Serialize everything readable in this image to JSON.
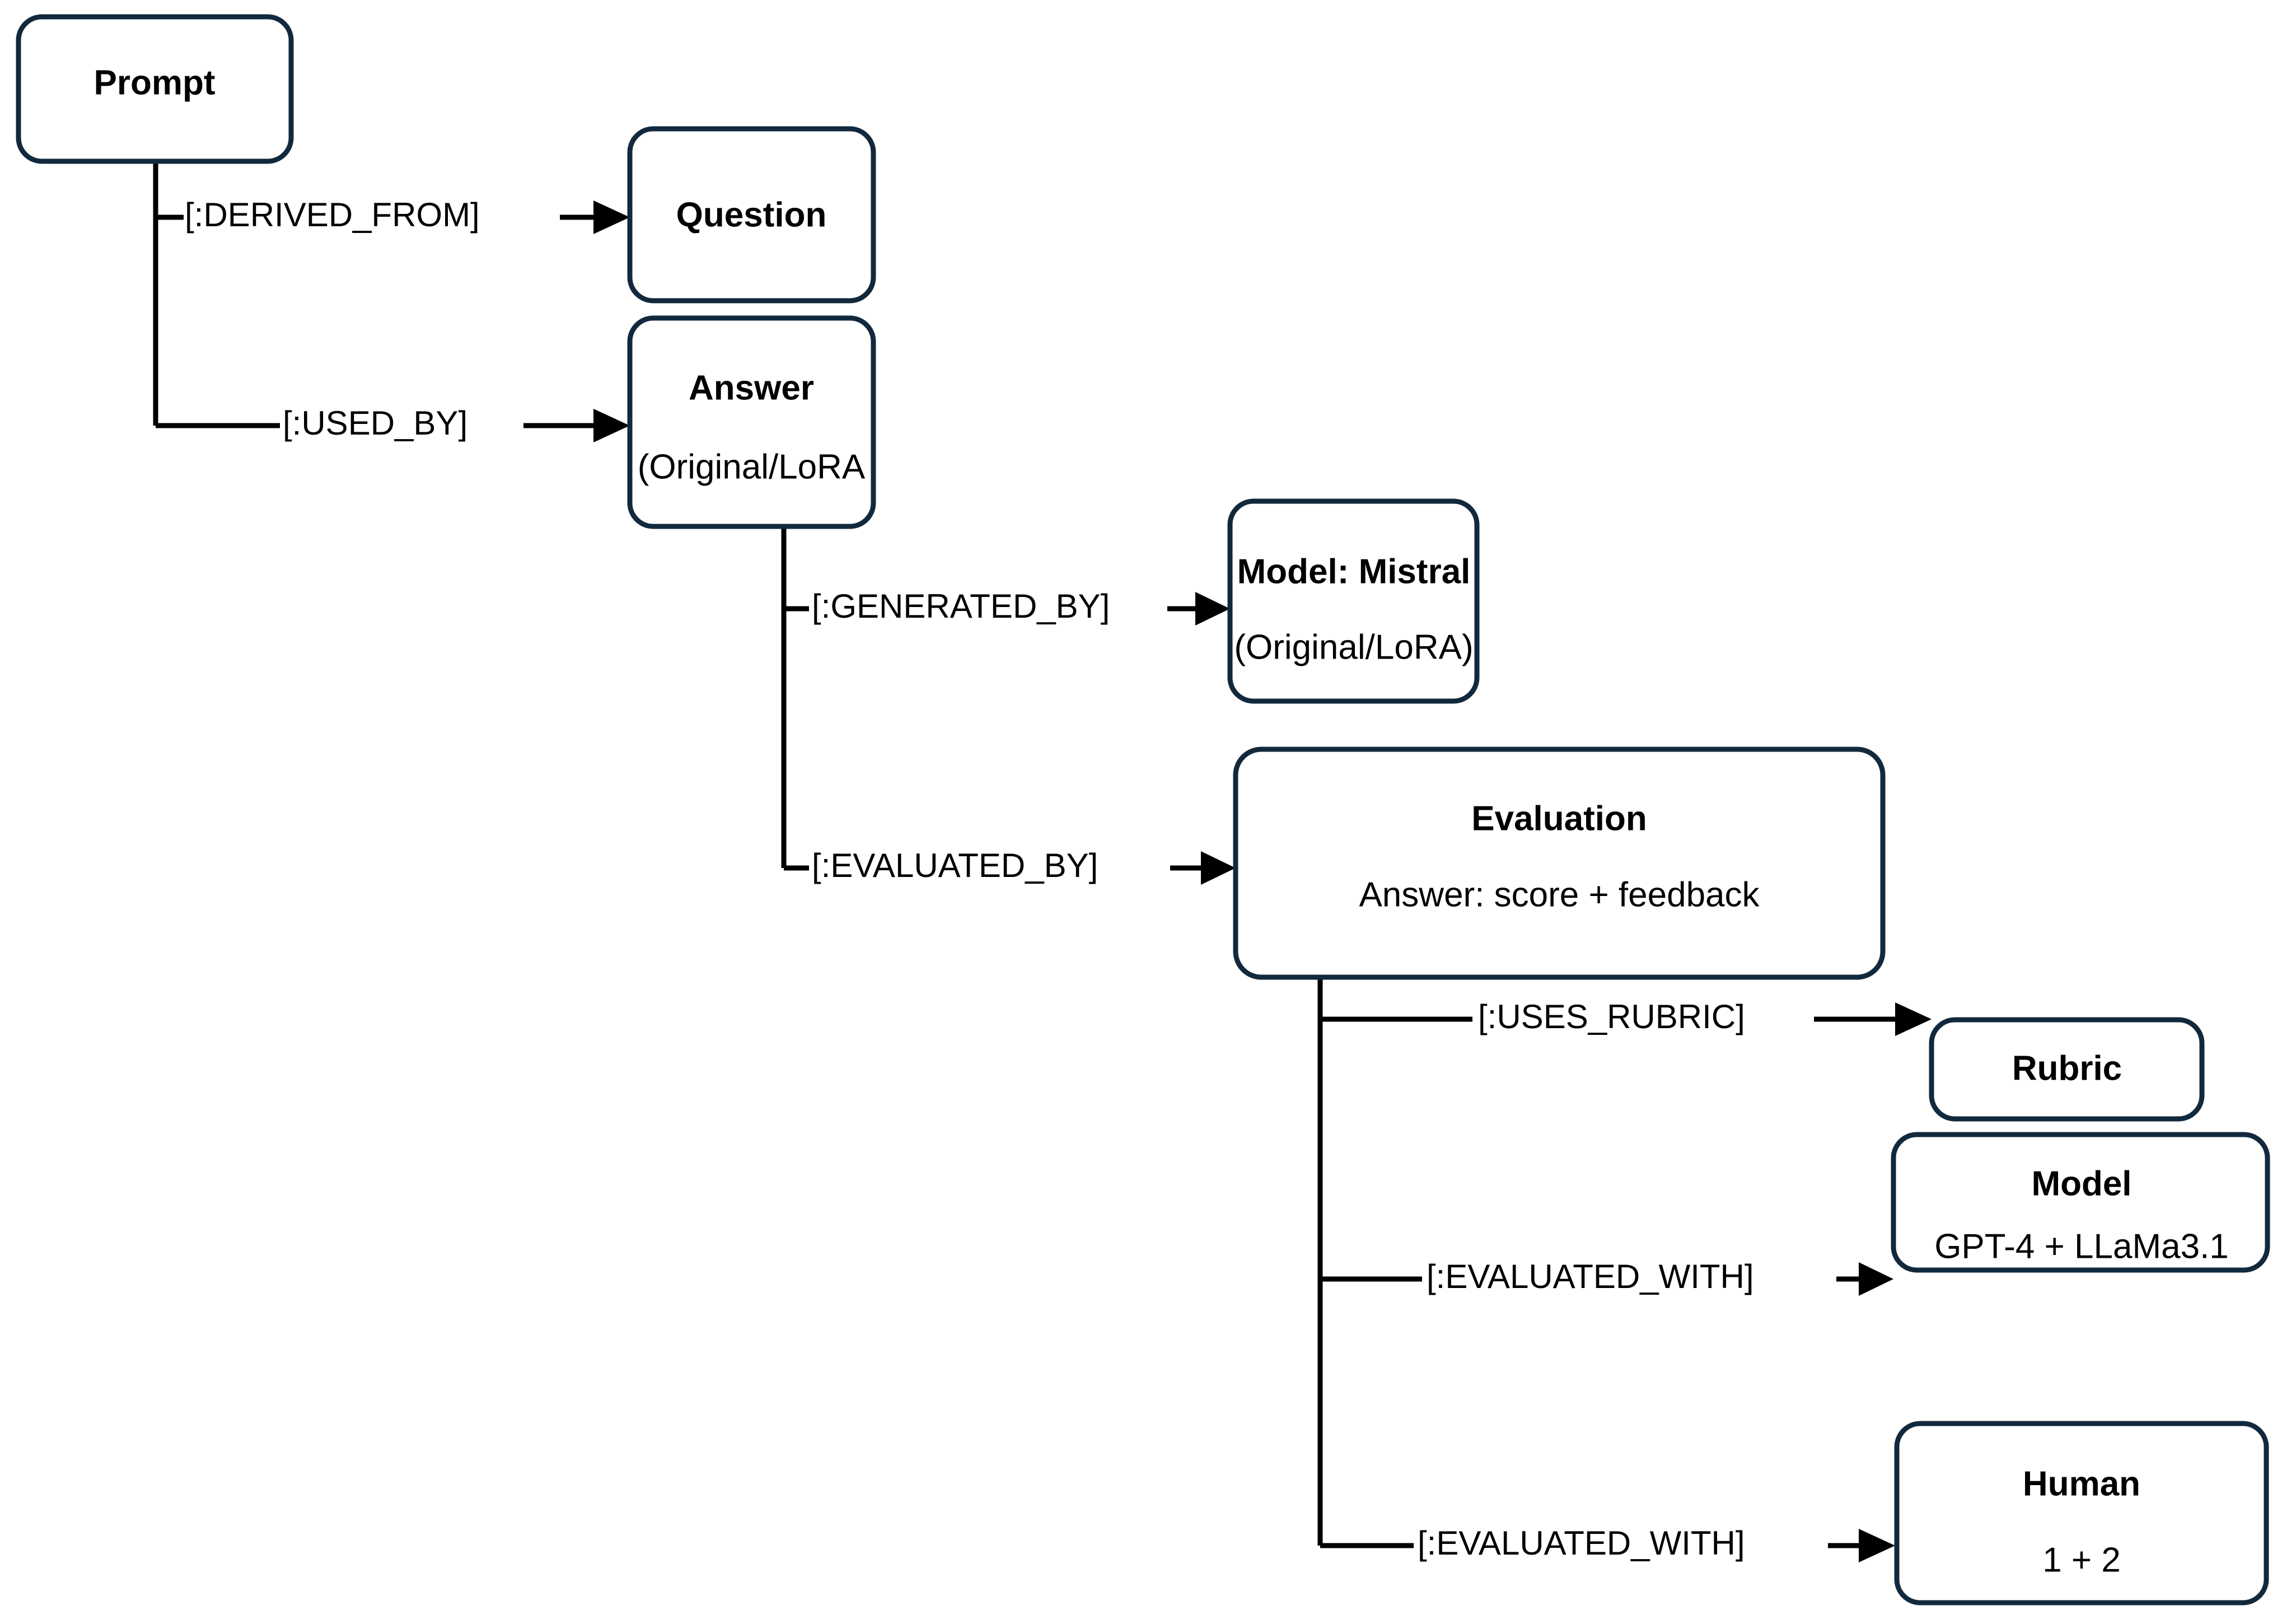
{
  "diagram": {
    "type": "knowledge-graph-schema",
    "accent_color": "#12293d",
    "line_color": "#000000",
    "background": "#ffffff",
    "nodes": [
      {
        "id": "prompt",
        "title": "Prompt",
        "subtitle": ""
      },
      {
        "id": "question",
        "title": "Question",
        "subtitle": ""
      },
      {
        "id": "answer",
        "title": "Answer",
        "subtitle": "(Original/LoRA"
      },
      {
        "id": "model-mistral",
        "title": "Model: Mistral",
        "subtitle": "(Original/LoRA)"
      },
      {
        "id": "evaluation",
        "title": "Evaluation",
        "subtitle": "Answer: score + feedback"
      },
      {
        "id": "rubric",
        "title": "Rubric",
        "subtitle": ""
      },
      {
        "id": "model-judges",
        "title": "Model",
        "subtitle": "GPT-4 + LLaMa3.1"
      },
      {
        "id": "human",
        "title": "Human",
        "subtitle": "1 + 2"
      }
    ],
    "edges": [
      {
        "id": "e1",
        "label": "[:DERIVED_FROM]",
        "from": "prompt",
        "to": "question"
      },
      {
        "id": "e2",
        "label": "[:USED_BY]",
        "from": "prompt",
        "to": "answer"
      },
      {
        "id": "e3",
        "label": "[:GENERATED_BY]",
        "from": "answer",
        "to": "model-mistral"
      },
      {
        "id": "e4",
        "label": "[:EVALUATED_BY]",
        "from": "answer",
        "to": "evaluation"
      },
      {
        "id": "e5",
        "label": "[:USES_RUBRIC]",
        "from": "evaluation",
        "to": "rubric"
      },
      {
        "id": "e6",
        "label": "[:EVALUATED_WITH]",
        "from": "evaluation",
        "to": "model-judges"
      },
      {
        "id": "e7",
        "label": "[:EVALUATED_WITH]",
        "from": "evaluation",
        "to": "human"
      }
    ]
  }
}
